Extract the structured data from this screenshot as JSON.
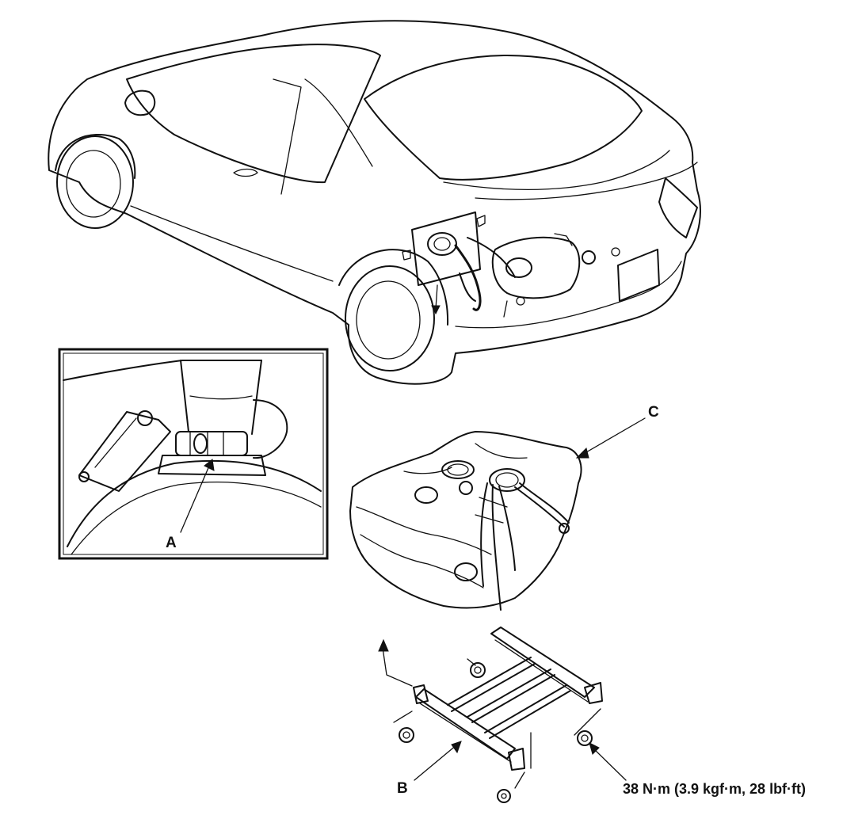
{
  "callouts": {
    "a": "A",
    "b": "B",
    "c": "C"
  },
  "torque_spec": "38 N·m (3.9 kgf·m, 28 lbf·ft)",
  "colors": {
    "ink": "#111111",
    "background": "#ffffff"
  },
  "icons": {
    "vehicle": "car-rear-three-quarter-line-drawing",
    "tank": "fuel-tank-line-drawing",
    "strap": "tank-strap-bracket-line-drawing",
    "detail": "filler-hose-clamp-detail"
  }
}
